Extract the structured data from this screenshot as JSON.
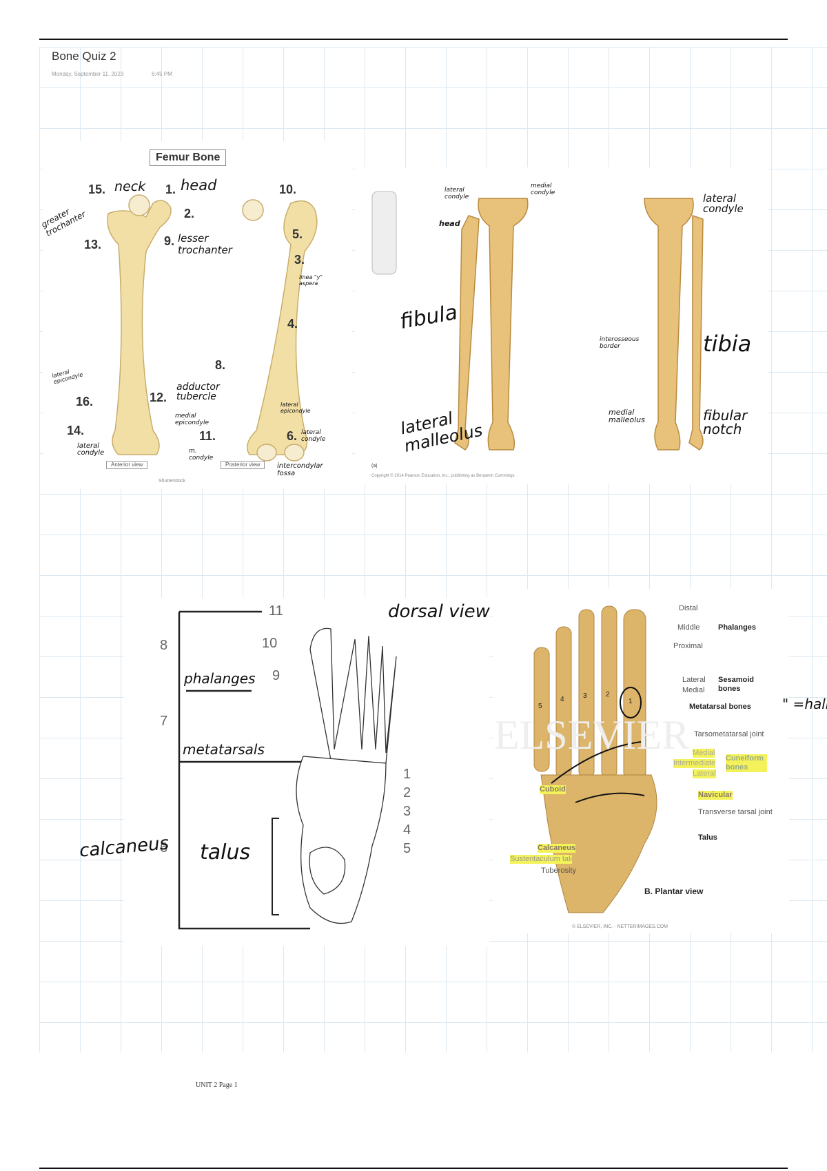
{
  "page": {
    "title": "Bone Quiz 2",
    "date": "Monday, September 11, 2023",
    "time": "6:45 PM",
    "footer": "UNIT 2 Page 1"
  },
  "femur": {
    "title": "Femur Bone",
    "numbers": [
      "15.",
      "1.",
      "2.",
      "13.",
      "9.",
      "10.",
      "5.",
      "3.",
      "4.",
      "8.",
      "16.",
      "12.",
      "14.",
      "11.",
      "6."
    ],
    "notes": {
      "neck": "neck",
      "head": "head",
      "greater": "greater trochanter",
      "lesser": "lesser trochanter",
      "linea": "linea \"y\" aspera",
      "adductor": "adductor tubercle",
      "medial_epi": "medial epicondyle",
      "lateral_epi_l": "lateral epicondyle",
      "lateral_epi_r": "lateral epicondyle",
      "lateral_condyle_l": "lateral condyle",
      "m_condyle": "m. condyle",
      "lateral_condyle_r": "lateral condyle",
      "intercondylar": "intercondylar fossa"
    },
    "anterior": "Anterior view",
    "posterior": "Posterior view",
    "credit": "Shutterstock"
  },
  "tibia": {
    "notes": {
      "lateral_condyle": "lateral condyle",
      "medial_condyle": "medial condyle",
      "head": "head",
      "lateral_condyle_r": "lateral condyle",
      "fibula": "fibula",
      "tibia": "tibia",
      "interosseous": "interosseous border",
      "medial_malleolus": "medial malleolus",
      "fibular_notch": "fibular notch",
      "lateral_malleolus": "lateral malleolus"
    },
    "panel_tag": "(a)",
    "copyright": "Copyright © 2014 Pearson Education, Inc., publishing as Benjamin Cummings"
  },
  "dorsal": {
    "title": "dorsal view",
    "left_numbers": [
      "8",
      "7",
      "6"
    ],
    "right_numbers": [
      "11",
      "10",
      "9"
    ],
    "tarsal_numbers": [
      "1",
      "2",
      "3",
      "4",
      "5"
    ],
    "notes": {
      "phalanges": "phalanges",
      "metatarsals": "metatarsals",
      "calcaneus": "calcaneus",
      "talus": "talus"
    }
  },
  "plantar": {
    "labels": {
      "distal": "Distal",
      "middle": "Middle",
      "proximal": "Proximal",
      "phalanges": "Phalanges",
      "lateral": "Lateral",
      "medial": "Medial",
      "sesamoid": "Sesamoid bones",
      "metatarsal": "Metatarsal bones",
      "tmt": "Tarsometatarsal joint",
      "cun_medial": "Medial",
      "cun_inter": "Intermediate",
      "cun_lateral": "Lateral",
      "cuneiform": "Cuneiform bones",
      "cuboid": "Cuboid",
      "navicular": "Navicular",
      "transverse": "Transverse tarsal joint",
      "talus": "Talus",
      "calcaneus": "Calcaneus",
      "sustentaculum": "Sustentaculum tali",
      "tuberosity": "Tuberosity",
      "view": "B. Plantar view",
      "copyright": "© ELSEVIER, INC. - NETTERIMAGES.COM",
      "watermark": "ELSEVIER",
      "hallux": "\" =hallux"
    },
    "metatarsal_numbers": [
      "5",
      "4",
      "3",
      "2",
      "1"
    ]
  }
}
